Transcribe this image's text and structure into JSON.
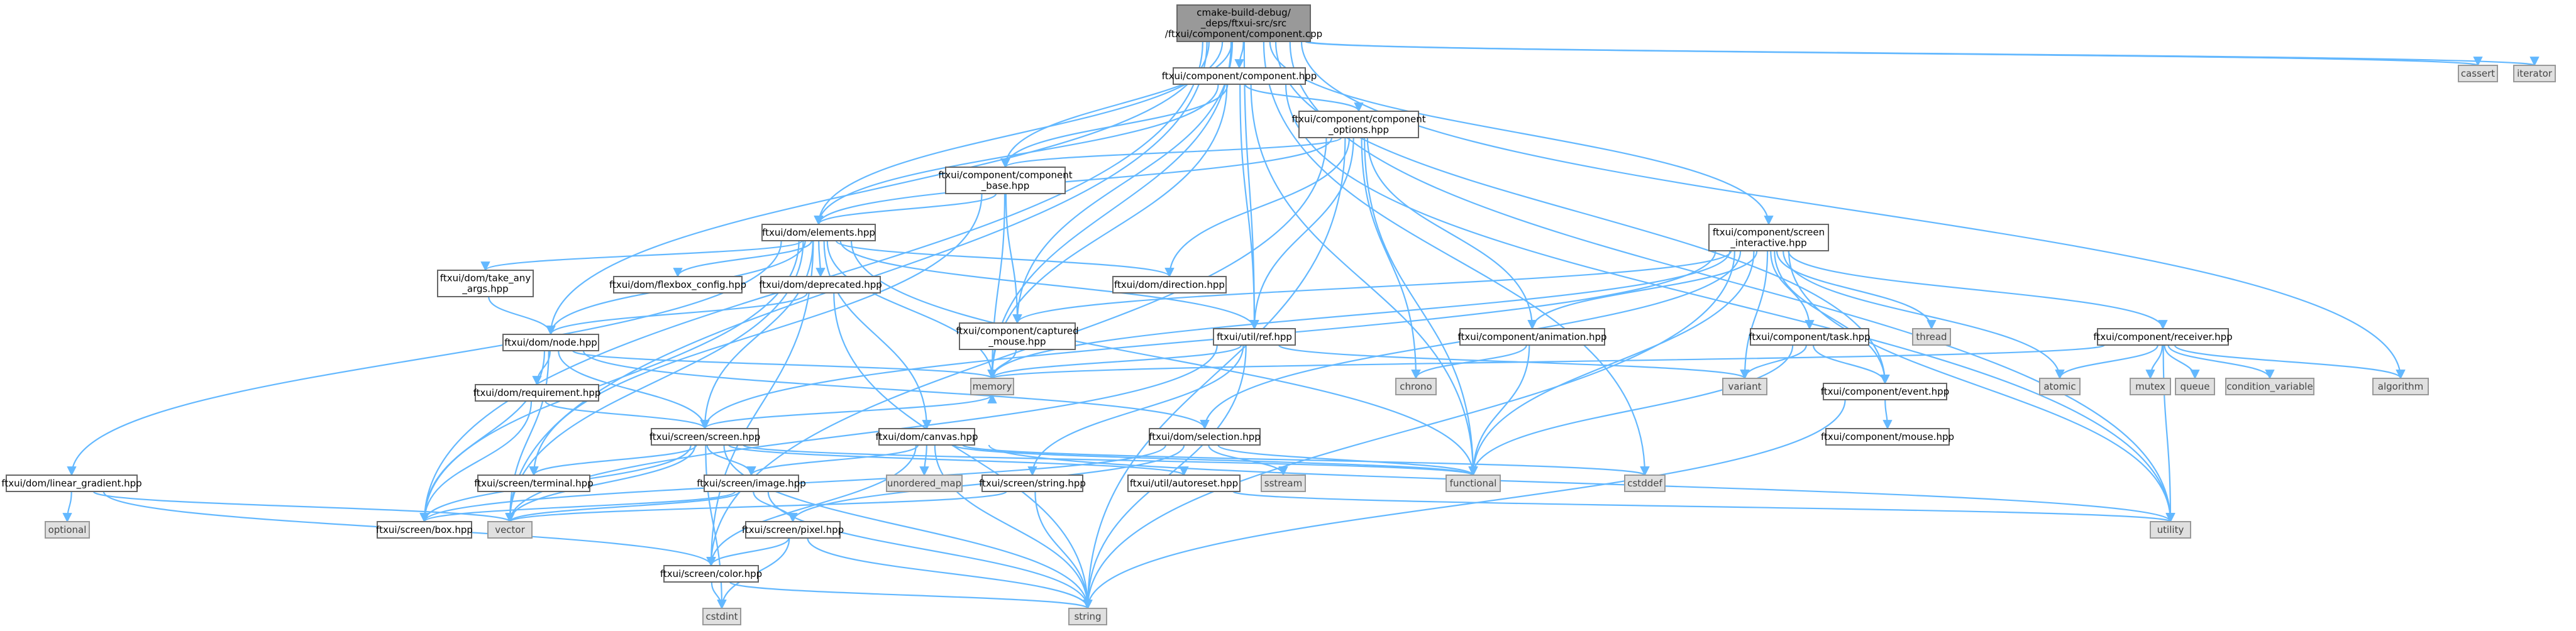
{
  "diagram": {
    "type": "include-dependency-graph",
    "colors": {
      "background": "#ffffff",
      "edge": "#63b8ff",
      "root_fill": "#999999",
      "file_fill": "#ffffff",
      "system_fill": "#e0e0e0",
      "border": "#666666"
    },
    "root": "component_cpp",
    "nodes": [
      {
        "id": "component_cpp",
        "kind": "root",
        "lines": [
          "cmake-build-debug/",
          "_deps/ftxui-src/src",
          "/ftxui/component/component.cpp"
        ]
      },
      {
        "id": "component_hpp",
        "kind": "file",
        "lines": [
          "ftxui/component/component.hpp"
        ]
      },
      {
        "id": "component_options_hpp",
        "kind": "file",
        "lines": [
          "ftxui/component/component",
          "_options.hpp"
        ]
      },
      {
        "id": "component_base_hpp",
        "kind": "file",
        "lines": [
          "ftxui/component/component",
          "_base.hpp"
        ]
      },
      {
        "id": "elements_hpp",
        "kind": "file",
        "lines": [
          "ftxui/dom/elements.hpp"
        ]
      },
      {
        "id": "take_any_args_hpp",
        "kind": "file",
        "lines": [
          "ftxui/dom/take_any",
          "_args.hpp"
        ]
      },
      {
        "id": "flexbox_config_hpp",
        "kind": "file",
        "lines": [
          "ftxui/dom/flexbox_config.hpp"
        ]
      },
      {
        "id": "deprecated_hpp",
        "kind": "file",
        "lines": [
          "ftxui/dom/deprecated.hpp"
        ]
      },
      {
        "id": "direction_hpp",
        "kind": "file",
        "lines": [
          "ftxui/dom/direction.hpp"
        ]
      },
      {
        "id": "node_hpp",
        "kind": "file",
        "lines": [
          "ftxui/dom/node.hpp"
        ]
      },
      {
        "id": "requirement_hpp",
        "kind": "file",
        "lines": [
          "ftxui/dom/requirement.hpp"
        ]
      },
      {
        "id": "captured_mouse_hpp",
        "kind": "file",
        "lines": [
          "ftxui/component/captured",
          "_mouse.hpp"
        ]
      },
      {
        "id": "ref_hpp",
        "kind": "file",
        "lines": [
          "ftxui/util/ref.hpp"
        ]
      },
      {
        "id": "screen_interactive_hpp",
        "kind": "file",
        "lines": [
          "ftxui/component/screen",
          "_interactive.hpp"
        ]
      },
      {
        "id": "animation_hpp",
        "kind": "file",
        "lines": [
          "ftxui/component/animation.hpp"
        ]
      },
      {
        "id": "task_hpp",
        "kind": "file",
        "lines": [
          "ftxui/component/task.hpp"
        ]
      },
      {
        "id": "receiver_hpp",
        "kind": "file",
        "lines": [
          "ftxui/component/receiver.hpp"
        ]
      },
      {
        "id": "event_hpp",
        "kind": "file",
        "lines": [
          "ftxui/component/event.hpp"
        ]
      },
      {
        "id": "mouse_hpp",
        "kind": "file",
        "lines": [
          "ftxui/component/mouse.hpp"
        ]
      },
      {
        "id": "screen_hpp",
        "kind": "file",
        "lines": [
          "ftxui/screen/screen.hpp"
        ]
      },
      {
        "id": "canvas_hpp",
        "kind": "file",
        "lines": [
          "ftxui/dom/canvas.hpp"
        ]
      },
      {
        "id": "selection_hpp",
        "kind": "file",
        "lines": [
          "ftxui/dom/selection.hpp"
        ]
      },
      {
        "id": "terminal_hpp",
        "kind": "file",
        "lines": [
          "ftxui/screen/terminal.hpp"
        ]
      },
      {
        "id": "image_hpp",
        "kind": "file",
        "lines": [
          "ftxui/screen/image.hpp"
        ]
      },
      {
        "id": "string_hpp",
        "kind": "file",
        "lines": [
          "ftxui/screen/string.hpp"
        ]
      },
      {
        "id": "autoreset_hpp",
        "kind": "file",
        "lines": [
          "ftxui/util/autoreset.hpp"
        ]
      },
      {
        "id": "linear_gradient_hpp",
        "kind": "file",
        "lines": [
          "ftxui/dom/linear_gradient.hpp"
        ]
      },
      {
        "id": "box_hpp",
        "kind": "file",
        "lines": [
          "ftxui/screen/box.hpp"
        ]
      },
      {
        "id": "pixel_hpp",
        "kind": "file",
        "lines": [
          "ftxui/screen/pixel.hpp"
        ]
      },
      {
        "id": "color_hpp",
        "kind": "file",
        "lines": [
          "ftxui/screen/color.hpp"
        ]
      },
      {
        "id": "cassert",
        "kind": "system",
        "lines": [
          "cassert"
        ]
      },
      {
        "id": "iterator",
        "kind": "system",
        "lines": [
          "iterator"
        ]
      },
      {
        "id": "thread",
        "kind": "system",
        "lines": [
          "thread"
        ]
      },
      {
        "id": "memory",
        "kind": "system",
        "lines": [
          "memory"
        ]
      },
      {
        "id": "chrono",
        "kind": "system",
        "lines": [
          "chrono"
        ]
      },
      {
        "id": "variant",
        "kind": "system",
        "lines": [
          "variant"
        ]
      },
      {
        "id": "atomic",
        "kind": "system",
        "lines": [
          "atomic"
        ]
      },
      {
        "id": "mutex",
        "kind": "system",
        "lines": [
          "mutex"
        ]
      },
      {
        "id": "queue",
        "kind": "system",
        "lines": [
          "queue"
        ]
      },
      {
        "id": "condition_variable",
        "kind": "system",
        "lines": [
          "condition_variable"
        ]
      },
      {
        "id": "algorithm",
        "kind": "system",
        "lines": [
          "algorithm"
        ]
      },
      {
        "id": "unordered_map",
        "kind": "system",
        "lines": [
          "unordered_map"
        ]
      },
      {
        "id": "sstream",
        "kind": "system",
        "lines": [
          "sstream"
        ]
      },
      {
        "id": "functional",
        "kind": "system",
        "lines": [
          "functional"
        ]
      },
      {
        "id": "cstddef",
        "kind": "system",
        "lines": [
          "cstddef"
        ]
      },
      {
        "id": "optional",
        "kind": "system",
        "lines": [
          "optional"
        ]
      },
      {
        "id": "vector",
        "kind": "system",
        "lines": [
          "vector"
        ]
      },
      {
        "id": "utility",
        "kind": "system",
        "lines": [
          "utility"
        ]
      },
      {
        "id": "cstdint",
        "kind": "system",
        "lines": [
          "cstdint"
        ]
      },
      {
        "id": "string",
        "kind": "system",
        "lines": [
          "string"
        ]
      }
    ],
    "edges": [
      [
        "component_cpp",
        "component_hpp"
      ],
      [
        "component_cpp",
        "cassert"
      ],
      [
        "component_cpp",
        "iterator"
      ],
      [
        "component_cpp",
        "algorithm"
      ],
      [
        "component_cpp",
        "utility"
      ],
      [
        "component_cpp",
        "cstddef"
      ],
      [
        "component_cpp",
        "memory"
      ],
      [
        "component_cpp",
        "vector"
      ],
      [
        "component_cpp",
        "box_hpp"
      ],
      [
        "component_cpp",
        "node_hpp"
      ],
      [
        "component_cpp",
        "elements_hpp"
      ],
      [
        "component_cpp",
        "component_base_hpp"
      ],
      [
        "component_cpp",
        "captured_mouse_hpp"
      ],
      [
        "component_cpp",
        "screen_interactive_hpp"
      ],
      [
        "component_cpp",
        "event_hpp"
      ],
      [
        "component_cpp",
        "ref_hpp"
      ],
      [
        "component_hpp",
        "component_options_hpp"
      ],
      [
        "component_hpp",
        "component_base_hpp"
      ],
      [
        "component_hpp",
        "elements_hpp"
      ],
      [
        "component_hpp",
        "ref_hpp"
      ],
      [
        "component_hpp",
        "functional"
      ],
      [
        "component_hpp",
        "memory"
      ],
      [
        "component_hpp",
        "utility"
      ],
      [
        "component_options_hpp",
        "component_base_hpp"
      ],
      [
        "component_options_hpp",
        "elements_hpp"
      ],
      [
        "component_options_hpp",
        "animation_hpp"
      ],
      [
        "component_options_hpp",
        "direction_hpp"
      ],
      [
        "component_options_hpp",
        "ref_hpp"
      ],
      [
        "component_options_hpp",
        "color_hpp"
      ],
      [
        "component_options_hpp",
        "chrono"
      ],
      [
        "component_options_hpp",
        "functional"
      ],
      [
        "component_options_hpp",
        "string"
      ],
      [
        "component_base_hpp",
        "captured_mouse_hpp"
      ],
      [
        "component_base_hpp",
        "elements_hpp"
      ],
      [
        "component_base_hpp",
        "memory"
      ],
      [
        "component_base_hpp",
        "terminal_hpp"
      ],
      [
        "elements_hpp",
        "take_any_args_hpp"
      ],
      [
        "elements_hpp",
        "flexbox_config_hpp"
      ],
      [
        "elements_hpp",
        "deprecated_hpp"
      ],
      [
        "elements_hpp",
        "direction_hpp"
      ],
      [
        "elements_hpp",
        "node_hpp"
      ],
      [
        "elements_hpp",
        "canvas_hpp"
      ],
      [
        "elements_hpp",
        "linear_gradient_hpp"
      ],
      [
        "elements_hpp",
        "box_hpp"
      ],
      [
        "elements_hpp",
        "color_hpp"
      ],
      [
        "elements_hpp",
        "screen_hpp"
      ],
      [
        "elements_hpp",
        "ref_hpp"
      ],
      [
        "elements_hpp",
        "functional"
      ],
      [
        "elements_hpp",
        "memory"
      ],
      [
        "elements_hpp",
        "vector"
      ],
      [
        "take_any_args_hpp",
        "node_hpp"
      ],
      [
        "deprecated_hpp",
        "node_hpp"
      ],
      [
        "deprecated_hpp",
        "string"
      ],
      [
        "node_hpp",
        "requirement_hpp"
      ],
      [
        "node_hpp",
        "selection_hpp"
      ],
      [
        "node_hpp",
        "screen_hpp"
      ],
      [
        "node_hpp",
        "box_hpp"
      ],
      [
        "node_hpp",
        "memory"
      ],
      [
        "node_hpp",
        "vector"
      ],
      [
        "requirement_hpp",
        "screen_hpp"
      ],
      [
        "requirement_hpp",
        "box_hpp"
      ],
      [
        "captured_mouse_hpp",
        "memory"
      ],
      [
        "ref_hpp",
        "memory"
      ],
      [
        "ref_hpp",
        "string"
      ],
      [
        "ref_hpp",
        "string_hpp"
      ],
      [
        "ref_hpp",
        "variant"
      ],
      [
        "ref_hpp",
        "vector"
      ],
      [
        "screen_interactive_hpp",
        "animation_hpp"
      ],
      [
        "screen_interactive_hpp",
        "task_hpp"
      ],
      [
        "screen_interactive_hpp",
        "receiver_hpp"
      ],
      [
        "screen_interactive_hpp",
        "event_hpp"
      ],
      [
        "screen_interactive_hpp",
        "captured_mouse_hpp"
      ],
      [
        "screen_interactive_hpp",
        "selection_hpp"
      ],
      [
        "screen_interactive_hpp",
        "screen_hpp"
      ],
      [
        "screen_interactive_hpp",
        "thread"
      ],
      [
        "screen_interactive_hpp",
        "atomic"
      ],
      [
        "screen_interactive_hpp",
        "functional"
      ],
      [
        "screen_interactive_hpp",
        "memory"
      ],
      [
        "screen_interactive_hpp",
        "string"
      ],
      [
        "screen_interactive_hpp",
        "variant"
      ],
      [
        "screen_interactive_hpp",
        "utility"
      ],
      [
        "animation_hpp",
        "chrono"
      ],
      [
        "animation_hpp",
        "functional"
      ],
      [
        "task_hpp",
        "event_hpp"
      ],
      [
        "task_hpp",
        "functional"
      ],
      [
        "task_hpp",
        "variant"
      ],
      [
        "receiver_hpp",
        "atomic"
      ],
      [
        "receiver_hpp",
        "mutex"
      ],
      [
        "receiver_hpp",
        "queue"
      ],
      [
        "receiver_hpp",
        "condition_variable"
      ],
      [
        "receiver_hpp",
        "algorithm"
      ],
      [
        "receiver_hpp",
        "memory"
      ],
      [
        "receiver_hpp",
        "utility"
      ],
      [
        "event_hpp",
        "mouse_hpp"
      ],
      [
        "event_hpp",
        "string"
      ],
      [
        "selection_hpp",
        "functional"
      ],
      [
        "selection_hpp",
        "sstream"
      ],
      [
        "selection_hpp",
        "box_hpp"
      ],
      [
        "selection_hpp",
        "pixel_hpp"
      ],
      [
        "screen_hpp",
        "image_hpp"
      ],
      [
        "screen_hpp",
        "terminal_hpp"
      ],
      [
        "screen_hpp",
        "autoreset_hpp"
      ],
      [
        "screen_hpp",
        "box_hpp"
      ],
      [
        "screen_hpp",
        "functional"
      ],
      [
        "screen_hpp",
        "cstdint"
      ],
      [
        "screen_hpp",
        "string"
      ],
      [
        "screen_hpp",
        "vector"
      ],
      [
        "screen_hpp",
        "memory"
      ],
      [
        "canvas_hpp",
        "image_hpp"
      ],
      [
        "canvas_hpp",
        "color_hpp"
      ],
      [
        "canvas_hpp",
        "unordered_map"
      ],
      [
        "canvas_hpp",
        "functional"
      ],
      [
        "canvas_hpp",
        "cstddef"
      ],
      [
        "canvas_hpp",
        "string"
      ],
      [
        "canvas_hpp",
        "utility"
      ],
      [
        "image_hpp",
        "box_hpp"
      ],
      [
        "image_hpp",
        "pixel_hpp"
      ],
      [
        "image_hpp",
        "string"
      ],
      [
        "image_hpp",
        "vector"
      ],
      [
        "string_hpp",
        "string"
      ],
      [
        "string_hpp",
        "vector"
      ],
      [
        "autoreset_hpp",
        "utility"
      ],
      [
        "linear_gradient_hpp",
        "optional"
      ],
      [
        "linear_gradient_hpp",
        "color_hpp"
      ],
      [
        "linear_gradient_hpp",
        "vector"
      ],
      [
        "pixel_hpp",
        "color_hpp"
      ],
      [
        "pixel_hpp",
        "cstdint"
      ],
      [
        "pixel_hpp",
        "string"
      ],
      [
        "color_hpp",
        "cstdint"
      ],
      [
        "color_hpp",
        "string"
      ]
    ]
  }
}
